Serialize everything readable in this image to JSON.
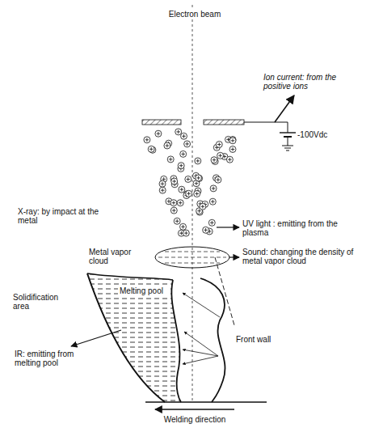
{
  "diagram": {
    "labels": [
      "Electron beam",
      "Ion current: from the positive ions",
      "-100Vdc",
      "X-ray: by impact at the metal",
      "UV light : emitting from the plasma",
      "Metal vapor cloud",
      "Sound: changing the density of metal vapor cloud",
      "Melting pool",
      "Solidification area",
      "Front wall",
      "IR: emitting from melting pool",
      "Welding direction"
    ]
  }
}
